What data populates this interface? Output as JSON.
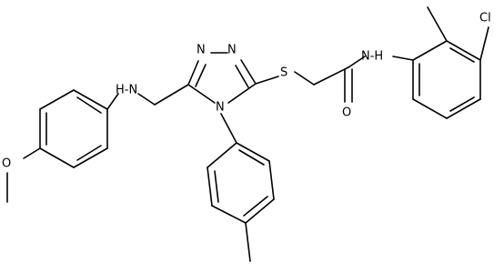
{
  "molecule": {
    "atoms": {
      "cl": "Cl",
      "nh_amide": "N‑H",
      "o_carbonyl": "O",
      "s_thio": "S",
      "n_triazole_1": "N",
      "n_triazole_2": "N",
      "n_triazole_4": "N",
      "nh_amine": "H‑N",
      "o_methoxy": "O"
    },
    "colors": {
      "bond": "#000000",
      "background": "#ffffff"
    }
  }
}
